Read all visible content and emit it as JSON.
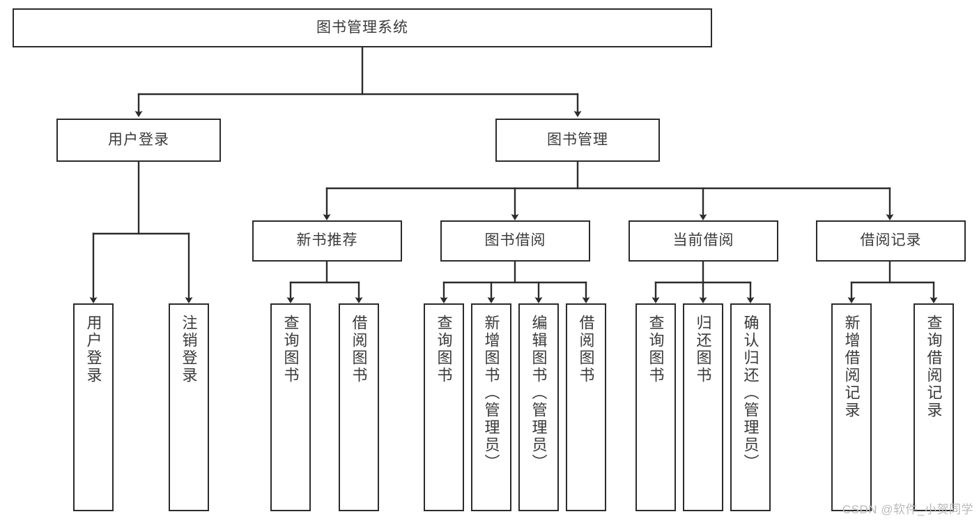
{
  "diagram": {
    "type": "tree-hierarchy-functional-decomposition",
    "title": "图书管理系统",
    "watermark": "CSDN @软件_小贺同学",
    "colors": {
      "stroke": "#2b2b2b",
      "fill": "#ffffff",
      "text": "#3a3a3a",
      "watermark": "#b9b9b9"
    },
    "nodes": {
      "root": {
        "label": "图书管理系统",
        "level": 0
      },
      "user_login": {
        "label": "用户登录",
        "level": 1
      },
      "book_manage": {
        "label": "图书管理",
        "level": 1
      },
      "new_book_rec": {
        "label": "新书推荐",
        "level": 2
      },
      "book_borrow": {
        "label": "图书借阅",
        "level": 2
      },
      "current_borrow": {
        "label": "当前借阅",
        "level": 2
      },
      "borrow_record": {
        "label": "借阅记录",
        "level": 2
      },
      "leaf_user_login": {
        "label": "用户登录",
        "level": 3
      },
      "leaf_logout": {
        "label": "注销登录",
        "level": 3
      },
      "leaf_query_book_1": {
        "label": "查询图书",
        "level": 3
      },
      "leaf_borrow_book_1": {
        "label": "借阅图书",
        "level": 3
      },
      "leaf_query_book_2": {
        "label": "查询图书",
        "level": 3
      },
      "leaf_add_book": {
        "label": "新增图书（管理员）",
        "level": 3
      },
      "leaf_edit_book": {
        "label": "编辑图书（管理员）",
        "level": 3
      },
      "leaf_borrow_book_2": {
        "label": "借阅图书",
        "level": 3
      },
      "leaf_query_book_3": {
        "label": "查询图书",
        "level": 3
      },
      "leaf_return_book": {
        "label": "归还图书",
        "level": 3
      },
      "leaf_confirm_return": {
        "label": "确认归还（管理员）",
        "level": 3
      },
      "leaf_add_record": {
        "label": "新增借阅记录",
        "level": 3
      },
      "leaf_query_record": {
        "label": "查询借阅记录",
        "level": 3
      }
    },
    "edges": [
      {
        "from": "root",
        "to": "user_login"
      },
      {
        "from": "root",
        "to": "book_manage"
      },
      {
        "from": "user_login",
        "to": "leaf_user_login"
      },
      {
        "from": "user_login",
        "to": "leaf_logout"
      },
      {
        "from": "book_manage",
        "to": "new_book_rec"
      },
      {
        "from": "book_manage",
        "to": "book_borrow"
      },
      {
        "from": "book_manage",
        "to": "current_borrow"
      },
      {
        "from": "book_manage",
        "to": "borrow_record"
      },
      {
        "from": "new_book_rec",
        "to": "leaf_query_book_1"
      },
      {
        "from": "new_book_rec",
        "to": "leaf_borrow_book_1"
      },
      {
        "from": "book_borrow",
        "to": "leaf_query_book_2"
      },
      {
        "from": "book_borrow",
        "to": "leaf_add_book"
      },
      {
        "from": "book_borrow",
        "to": "leaf_edit_book"
      },
      {
        "from": "book_borrow",
        "to": "leaf_borrow_book_2"
      },
      {
        "from": "current_borrow",
        "to": "leaf_query_book_3"
      },
      {
        "from": "current_borrow",
        "to": "leaf_return_book"
      },
      {
        "from": "current_borrow",
        "to": "leaf_confirm_return"
      },
      {
        "from": "borrow_record",
        "to": "leaf_add_record"
      },
      {
        "from": "borrow_record",
        "to": "leaf_query_record"
      }
    ]
  }
}
